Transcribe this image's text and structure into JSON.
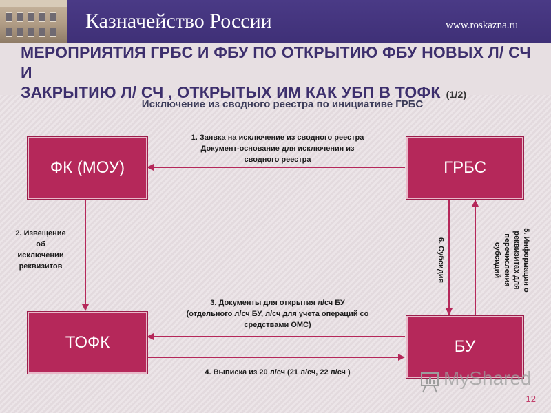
{
  "header": {
    "brand": "Казначейство России",
    "site": "www.roskazna.ru"
  },
  "title": {
    "line1": "МЕРОПРИЯТИЯ ГРБС И ФБУ ПО ОТКРЫТИЮ ФБУ НОВЫХ Л/ СЧ И",
    "line2": "ЗАКРЫТИЮ Л/ СЧ , ОТКРЫТЫХ ИМ КАК УБП В ТОФК",
    "part": "(1/2)"
  },
  "subtitle": "Исключение из сводного реестра по инициативе ГРБС",
  "boxes": {
    "fk": "ФК (МОУ)",
    "grbs": "ГРБС",
    "tofk": "ТОФК",
    "bu": "БУ"
  },
  "labels": {
    "step1": "1. Заявка на исключение  из сводного реестра\nДокумент-основание  для исключения  из\nсводного реестра",
    "step2": "2. Извещение\nоб\nисключении\nреквизитов",
    "step3": "3. Документы  для открытия л/сч БУ\n(отдельного  л/сч БУ, л/сч для учета операций  со\nсредствами  ОМС)",
    "step4": "4. Выписка  из 20 л/сч (21 л/сч, 22 л/сч )",
    "step5": "5. Информация о\nреквизитах для\nперечисления\nсубсидий",
    "step6": "6. Субсидия"
  },
  "colors": {
    "box": "#b5285a",
    "arrow": "#b5285a",
    "header": "#3f3077",
    "title": "#3d2f6d"
  },
  "watermark": "MyShared",
  "page_number": "12"
}
